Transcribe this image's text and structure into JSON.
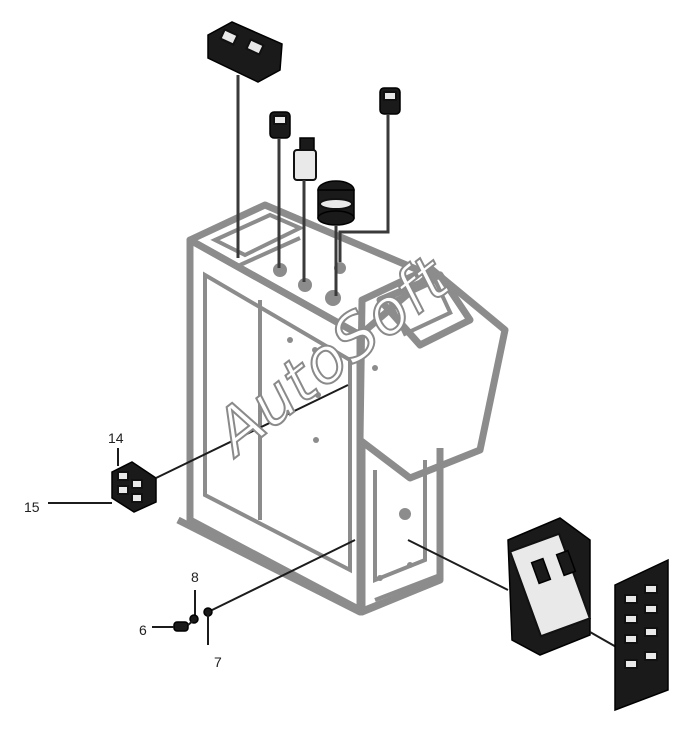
{
  "diagram": {
    "watermark": "AutoSoft",
    "corner_mark": "",
    "callouts": [
      {
        "id": "c6",
        "text": "6"
      },
      {
        "id": "c7",
        "text": "7"
      },
      {
        "id": "c8",
        "text": "8"
      },
      {
        "id": "c14",
        "text": "14"
      },
      {
        "id": "c15",
        "text": "15"
      }
    ]
  }
}
